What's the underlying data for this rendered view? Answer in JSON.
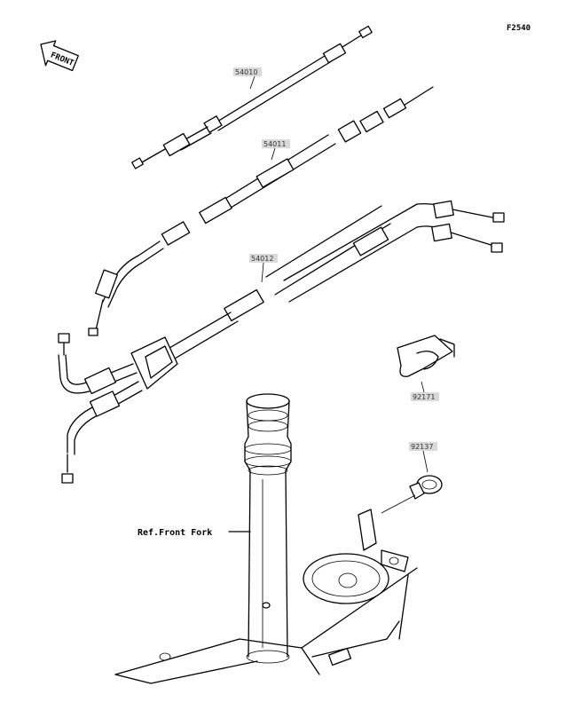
{
  "diagram": {
    "code": "F2540",
    "front_label": "FRONT",
    "ref_label": "Ref.Front Fork",
    "parts": [
      {
        "number": "54010"
      },
      {
        "number": "54011"
      },
      {
        "number": "54012"
      },
      {
        "number": "92171"
      },
      {
        "number": "92137"
      }
    ]
  }
}
